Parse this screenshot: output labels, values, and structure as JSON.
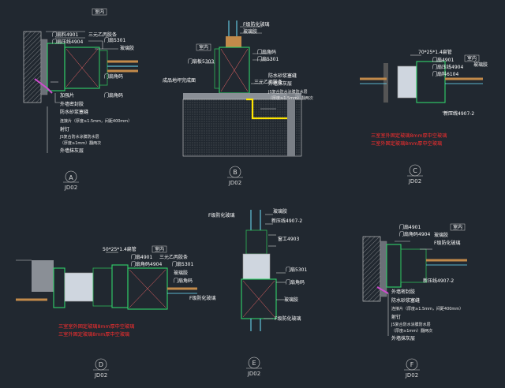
{
  "details": {
    "A": {
      "labels": [
        "室内",
        "门扇料4901",
        "门扇压线4904",
        "三元乙丙胶条",
        "门扇5301",
        "玻璃胶",
        "门扇角码",
        "门扇角码",
        "加强片",
        "外墙密封胶",
        "防水砂浆塞缝",
        "连接片（厚度≥1.5mm，间距400mm）",
        "射钉",
        "JS复合防水涂膜防水层",
        "（厚度≥1mm）翻两次",
        "外墙抹灰层"
      ],
      "bubble": "A",
      "ref": "JD02"
    },
    "B": {
      "labels": [
        "F级防化玻璃",
        "玻璃胶",
        "室内",
        "门扇角码",
        "门扇5301",
        "门扇板5303",
        "成品地坪完成面",
        "三元乙丙胶条",
        "防水砂浆塞缝",
        "外墙抹灰层",
        "JS复合防水涂膜防水层",
        "（厚度≥1.5mm）翻两次"
      ],
      "bubble": "B",
      "ref": "JD02"
    },
    "C": {
      "labels": [
        "70*25*1.4扁管",
        "室内",
        "门扇4901",
        "门扇压线4904",
        "玻璃胶",
        "门扇料6104",
        "新压线4907-2"
      ],
      "notes": [
        "三室室外固定玻璃8mm厚中空玻璃",
        "三室外固定玻璃8mm厚中空玻璃"
      ],
      "bubble": "C",
      "ref": "JD02"
    },
    "D": {
      "labels": [
        "50*25*1.4扁管",
        "室内",
        "门扇4901",
        "门扇角码4904",
        "三元乙丙胶条",
        "门扇5301",
        "玻璃胶",
        "门扇角码",
        "F级防化玻璃"
      ],
      "notes": [
        "三室室外固定玻璃8mm厚中空玻璃",
        "三室外固定玻璃8mm厚中空玻璃"
      ],
      "bubble": "D",
      "ref": "JD02"
    },
    "E": {
      "labels": [
        "F级防化玻璃",
        "玻璃胶",
        "新压线4907-2",
        "窗工4903",
        "门扇5301",
        "门扇角码",
        "玻璃胶",
        "F级防化玻璃"
      ],
      "bubble": "E",
      "ref": "JD02"
    },
    "F": {
      "labels": [
        "室内",
        "门扇4901",
        "门扇角码4904",
        "玻璃胶",
        "F级防化玻璃",
        "新压线4907-2",
        "外墙密封胶",
        "防水砂浆塞缝",
        "连接片（厚度≥1.5mm，间距400mm）",
        "射钉",
        "JS复合防水涂膜防水层",
        "（厚度≥1mm）翻两次",
        "外墙抹灰层"
      ],
      "bubble": "F",
      "ref": "JD02"
    }
  },
  "colors": {
    "background": "#212830",
    "frame": "#31d36a",
    "glass": "#6fe3ff",
    "text": "#ffffff",
    "note": "#ff2e2e",
    "wall": "#d9d9d9"
  }
}
